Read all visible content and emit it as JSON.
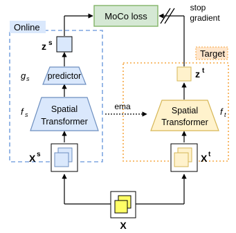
{
  "diagram": {
    "loss_label": "MoCo loss",
    "stop_gradient_line1": "stop",
    "stop_gradient_line2": "gradient",
    "online_tag": "Online",
    "target_tag": "Target",
    "predictor_label": "predictor",
    "g_label": "g",
    "g_sub": "s",
    "fs_label": "f",
    "fs_sub": "s",
    "ft_label": "f",
    "ft_sub": "t",
    "spatial_line1": "Spatial",
    "spatial_line2": "Transformer",
    "ema_label": "ema",
    "zs_label": "z",
    "zs_sup": "s",
    "zt_label": "z",
    "zt_sup": "t",
    "xs_label": "X",
    "xs_sup": "s",
    "xt_label": "X",
    "xt_sup": "t",
    "x_label": "X"
  },
  "colors": {
    "online_border": "#7ea6e0",
    "online_bg": "#dae8fc",
    "target_border": "#f5a742",
    "target_bg": "#fff2cc",
    "target_fill": "#ffe6b3",
    "target_stroke": "#d6b656",
    "loss_bg": "#d5e8d4",
    "loss_border": "#82b366",
    "input_fill": "#ffff66",
    "tag_bg": "#dae8fc",
    "tag_target_bg": "#ffe6cc"
  }
}
